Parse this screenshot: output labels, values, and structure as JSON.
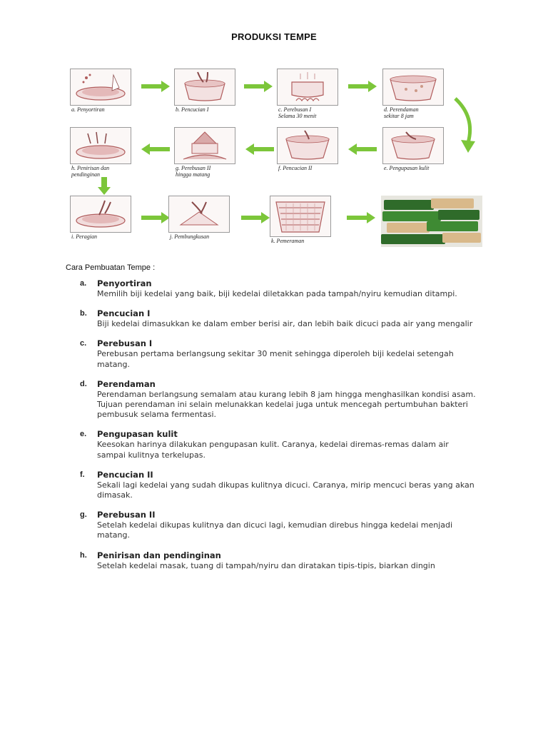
{
  "title": "PRODUKSI TEMPE",
  "diagram": {
    "captions": [
      "a. Penyortiran",
      "b. Pencucian I",
      "c. Perebusan I\nSelama 30 menit",
      "d. Perendaman\nsekitar 8 jam",
      "e. Pengupasan kulit",
      "f. Pencucian II",
      "g. Perebusan II\nhingga matang",
      "h. Penirisan dan\npendinginan",
      "i. Peragian",
      "j. Pembungkusan",
      "k. Pemeraman"
    ],
    "arrow_color": "#7cc63a",
    "illustration_color": "#b05c5c"
  },
  "intro": "Cara Pembuatan Tempe :",
  "steps": [
    {
      "letter": "a.",
      "heading": "Penyortiran",
      "text": "Memilih biji kedelai yang baik, biji kedelai diletakkan pada tampah/nyiru kemudian ditampi."
    },
    {
      "letter": "b.",
      "heading": "Pencucian I",
      "text": "Biji kedelai dimasukkan ke dalam ember berisi air, dan lebih baik dicuci pada air yang mengalir"
    },
    {
      "letter": "c.",
      "heading": "Perebusan I",
      "text": "Perebusan pertama berlangsung sekitar 30 menit sehingga diperoleh biji kedelai setengah matang."
    },
    {
      "letter": "d.",
      "heading": "Perendaman",
      "text": "Perendaman berlangsung semalam atau kurang lebih 8 jam hingga menghasilkan kondisi asam. Tujuan perendaman ini selain melunakkan kedelai juga untuk mencegah pertumbuhan bakteri pembusuk selama fermentasi."
    },
    {
      "letter": "e.",
      "heading": "Pengupasan kulit",
      "text": "Keesokan harinya dilakukan pengupasan kulit. Caranya, kedelai diremas-remas dalam air sampai kulitnya terkelupas."
    },
    {
      "letter": "f.",
      "heading": "Pencucian II",
      "text": "Sekali lagi kedelai yang sudah dikupas kulitnya dicuci. Caranya, mirip mencuci beras yang akan dimasak."
    },
    {
      "letter": "g.",
      "heading": "Perebusan II",
      "text": "Setelah kedelai dikupas kulitnya dan dicuci lagi, kemudian direbus hingga kedelai menjadi matang."
    },
    {
      "letter": "h.",
      "heading": "Penirisan dan pendinginan",
      "text": "Setelah kedelai masak, tuang di tampah/nyiru dan diratakan tipis-tipis, biarkan dingin"
    }
  ]
}
